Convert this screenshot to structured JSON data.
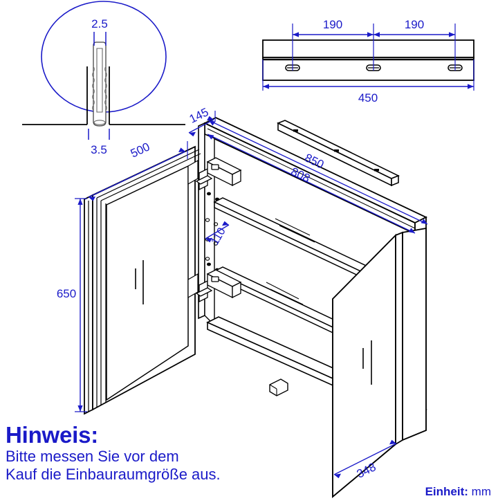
{
  "colors": {
    "dimension_blue": "#1a1ac8",
    "outline_black": "#000000",
    "background": "#ffffff"
  },
  "detail_circle": {
    "name": "wall-plug-detail",
    "dim_top": "2.5",
    "dim_bottom": "3.5"
  },
  "rail_top_view": {
    "name": "wall-rail-front-view",
    "dim_left_span": "190",
    "dim_right_span": "190",
    "dim_total": "450",
    "hole_count": 3
  },
  "cabinet": {
    "name": "mirror-cabinet-exploded-view",
    "dim_depth_top": "145",
    "dim_door_width": "500",
    "dim_body_width_outer": "850",
    "dim_body_width_inner": "808",
    "dim_height": "650",
    "dim_shelf_depth": "110",
    "dim_right_door_width": "348"
  },
  "notice": {
    "title": "Hinweis:",
    "line1": "Bitte messen Sie vor dem",
    "line2": "Kauf die Einbauraumgröße aus."
  },
  "unit": {
    "label": "Einheit:",
    "value": "mm"
  }
}
